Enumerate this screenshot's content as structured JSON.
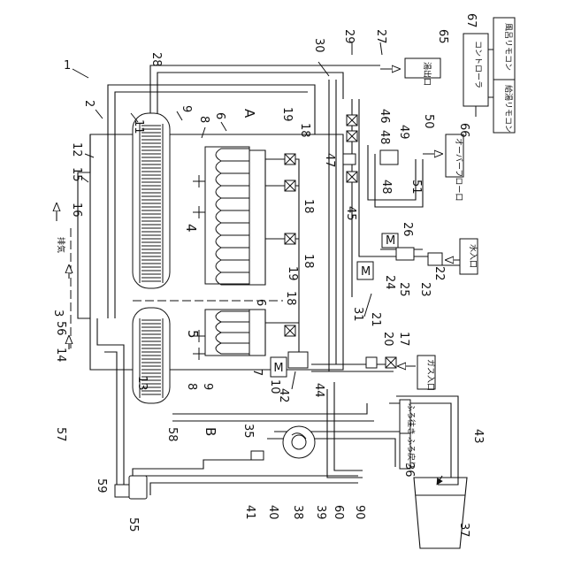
{
  "figure": {
    "numerals": {
      "n1": "1",
      "n2": "2",
      "n3": "3",
      "n4": "4",
      "n5": "5",
      "n6": "6",
      "n6b": "6",
      "n7": "7",
      "n8": "8",
      "n8b": "8",
      "n9": "9",
      "n9b": "9",
      "n10": "10",
      "n11": "11",
      "n12": "12",
      "n13": "13",
      "n14": "14",
      "n15": "15",
      "n16": "16",
      "n17": "17",
      "n18": "18",
      "n18b": "18",
      "n18c": "18",
      "n18d": "18",
      "n19": "19",
      "n19b": "19",
      "n20": "20",
      "n21": "21",
      "n22": "22",
      "n23": "23",
      "n24": "24",
      "n25": "25",
      "n26": "26",
      "n27": "27",
      "n28": "28",
      "n29": "29",
      "n30": "30",
      "n31": "31",
      "n35": "35",
      "n36": "36",
      "n37": "37",
      "n38": "38",
      "n39": "39",
      "n40": "40",
      "n41": "41",
      "n42": "42",
      "n43": "43",
      "n44": "44",
      "n45": "45",
      "n46": "46",
      "n47": "47",
      "n48": "48",
      "n48b": "48",
      "n49": "49",
      "n50": "50",
      "n51": "51",
      "n55": "55",
      "n56": "56",
      "n57": "57",
      "n58": "58",
      "n59": "59",
      "n60": "60",
      "n65": "65",
      "n66": "66",
      "n67": "67",
      "n90": "90"
    },
    "region_labels": {
      "a": "A",
      "b": "B"
    },
    "motor_label": "M",
    "jp_labels": {
      "hot_water_outlet": "湯出口",
      "remote_bath": "風呂リモコン",
      "controller": "コントローラ",
      "remote_supply": "給湯リモコン",
      "overflow": "オーバーフロー口",
      "water_inlet": "水入口",
      "gas_inlet": "ガス入口",
      "bath_supply": "ふろ往き",
      "bath_return": "ふろ戻り",
      "exhaust": "排気"
    }
  }
}
